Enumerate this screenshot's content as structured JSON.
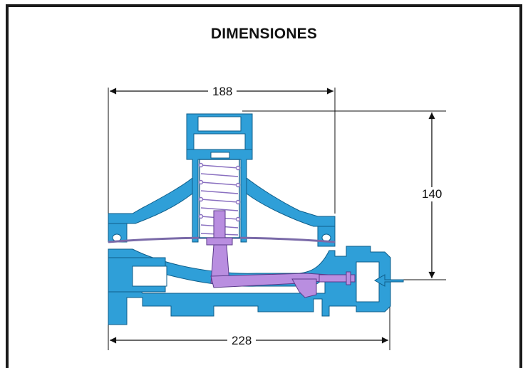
{
  "title": "DIMENSIONES",
  "dimensions": {
    "width_top": "188",
    "height_right": "140",
    "width_bottom": "228"
  },
  "colors": {
    "body": "#2f9fd8",
    "internals": "#b98ee0",
    "spring": "#ffffff",
    "frame": "#1a1a1a",
    "dimension_lines": "#111111"
  }
}
